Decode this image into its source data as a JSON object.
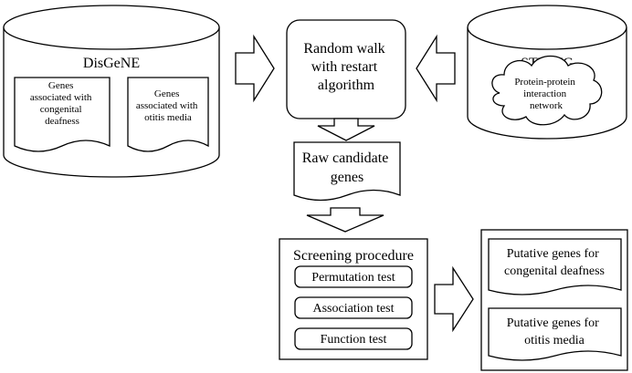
{
  "disgene": {
    "title": "DisGeNE",
    "doc1_lines": [
      "Genes",
      "associated with",
      "congenital",
      "deafness"
    ],
    "doc2_lines": [
      "Genes",
      "associated with",
      "otitis media"
    ]
  },
  "rwr": {
    "lines": [
      "Random walk",
      "with restart",
      "algorithm"
    ]
  },
  "string_db": {
    "title": "STRING",
    "cloud_lines": [
      "Protein-protein",
      "interaction",
      "network"
    ]
  },
  "raw": {
    "lines": [
      "Raw candidate",
      "genes"
    ]
  },
  "screening": {
    "title": "Screening procedure",
    "tests": [
      "Permutation test",
      "Association test",
      "Function test"
    ]
  },
  "putative": {
    "deafness_lines": [
      "Putative genes for",
      "congenital deafness"
    ],
    "otitis_lines": [
      "Putative genes for",
      "otitis media"
    ]
  }
}
